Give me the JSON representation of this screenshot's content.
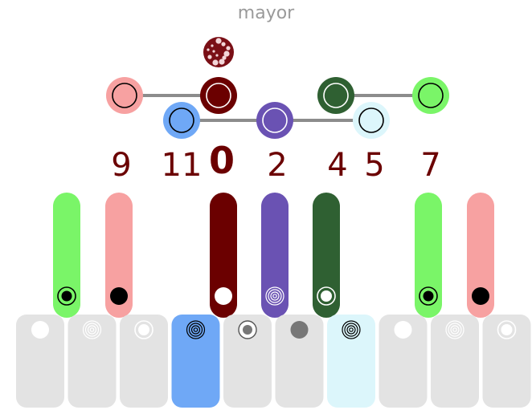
{
  "scale": {
    "label": "mayor",
    "texture_icon": "speckled-circle-icon"
  },
  "interval_numbers": [
    {
      "id": "9",
      "text": "9",
      "root": false
    },
    {
      "id": "11",
      "text": "11",
      "root": false
    },
    {
      "id": "0",
      "text": "0",
      "root": true
    },
    {
      "id": "2",
      "text": "2",
      "root": false
    },
    {
      "id": "4",
      "text": "4",
      "root": false
    },
    {
      "id": "5",
      "text": "5",
      "root": false
    },
    {
      "id": "7",
      "text": "7",
      "root": false
    }
  ],
  "colors": {
    "root": "#6b0000",
    "minor_third": "#f7a1a1",
    "major_third": "#6fa8f6",
    "second": "#6a52b3",
    "fourth": "#dcf6fb",
    "fifth": "#7af568",
    "sixth_dark": "#2f6032",
    "key_grey": "#e3e3e3",
    "link": "#8c8c8c"
  },
  "network_nodes": [
    {
      "id": "pink",
      "color": "#f7a1a1",
      "icon": "open-ring"
    },
    {
      "id": "root",
      "color": "#6b0000",
      "icon": "open-ring"
    },
    {
      "id": "blue",
      "color": "#6fa8f6",
      "icon": "open-ring"
    },
    {
      "id": "purple",
      "color": "#6a52b3",
      "icon": "open-ring"
    },
    {
      "id": "darkgreen",
      "color": "#2f6032",
      "icon": "open-ring"
    },
    {
      "id": "cyan",
      "color": "#dcf6fb",
      "icon": "open-ring"
    },
    {
      "id": "green",
      "color": "#7af568",
      "icon": "open-ring"
    }
  ],
  "bars": [
    {
      "id": "9",
      "color": "#7af568",
      "icon": "target-dot-icon"
    },
    {
      "id": "11",
      "color": "#f7a1a1",
      "icon": "solid-dot-icon"
    },
    {
      "id": "0",
      "color": "#6b0000",
      "icon": "white-dot-icon"
    },
    {
      "id": "2",
      "color": "#6a52b3",
      "icon": "concentric-rings-icon"
    },
    {
      "id": "4",
      "color": "#2f6032",
      "icon": "ring-dot-icon"
    },
    {
      "id": "7",
      "color": "#7af568",
      "icon": "target-dot-icon"
    },
    {
      "id": "11b",
      "color": "#f7a1a1",
      "icon": "solid-dot-icon"
    }
  ],
  "keys": [
    {
      "id": "k1",
      "color": "#e3e3e3",
      "icon": "white-dot-icon"
    },
    {
      "id": "k2",
      "color": "#e3e3e3",
      "icon": "concentric-rings-icon"
    },
    {
      "id": "k3",
      "color": "#e3e3e3",
      "icon": "ring-dot-icon"
    },
    {
      "id": "k4",
      "color": "#6fa8f6",
      "icon": "concentric-rings-icon"
    },
    {
      "id": "k5",
      "color": "#e3e3e3",
      "icon": "grey-ring-dot-icon"
    },
    {
      "id": "k6",
      "color": "#e3e3e3",
      "icon": "grey-dot-icon"
    },
    {
      "id": "k7",
      "color": "#dcf6fb",
      "icon": "concentric-rings-icon"
    },
    {
      "id": "k8",
      "color": "#e3e3e3",
      "icon": "white-dot-icon"
    },
    {
      "id": "k9",
      "color": "#e3e3e3",
      "icon": "concentric-rings-icon"
    },
    {
      "id": "k10",
      "color": "#e3e3e3",
      "icon": "ring-dot-icon"
    }
  ]
}
